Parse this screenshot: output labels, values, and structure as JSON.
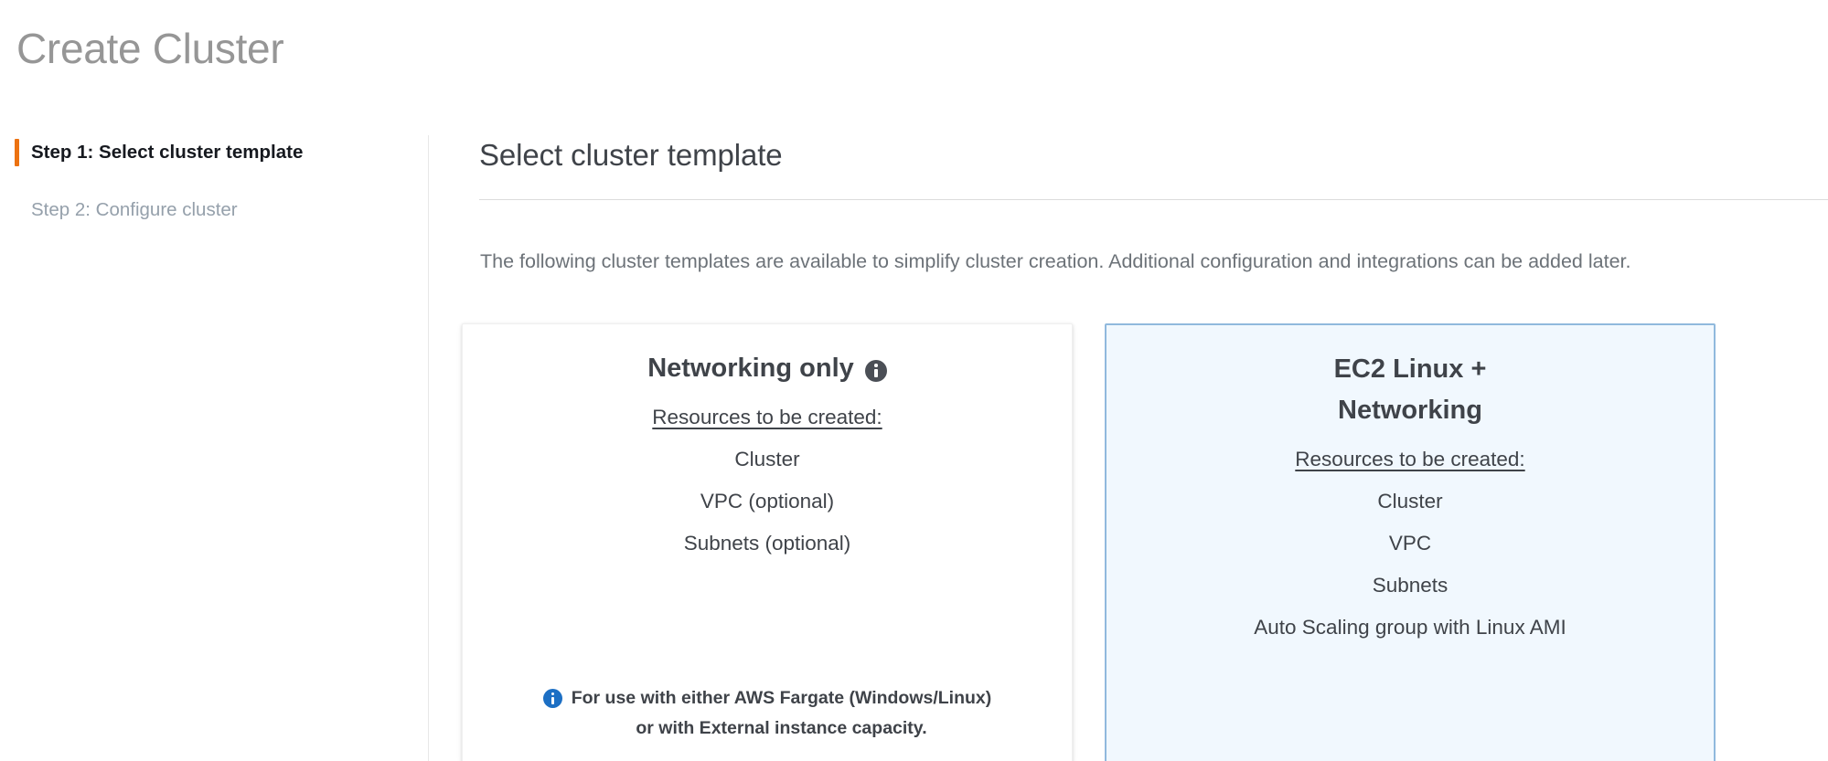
{
  "page": {
    "title": "Create Cluster"
  },
  "sidebar": {
    "steps": [
      {
        "label": "Step 1: Select cluster template",
        "active": true
      },
      {
        "label": "Step 2: Configure cluster",
        "active": false
      }
    ]
  },
  "main": {
    "heading": "Select cluster template",
    "description": "The following cluster templates are available to simplify cluster creation. Additional configuration and integrations can be added later.",
    "cards": [
      {
        "title": "Networking only",
        "title_icon": "info-icon",
        "selected": false,
        "resources_heading": "Resources to be created:",
        "resources": [
          "Cluster",
          "VPC (optional)",
          "Subnets (optional)"
        ],
        "note_icon": "info-icon",
        "note_line_1": "For use with either AWS Fargate (Windows/Linux)",
        "note_line_2": "or with External instance capacity."
      },
      {
        "title_line_1": "EC2 Linux +",
        "title_line_2": "Networking",
        "selected": true,
        "resources_heading": "Resources to be created:",
        "resources": [
          "Cluster",
          "VPC",
          "Subnets",
          "Auto Scaling group with Linux AMI"
        ]
      }
    ]
  },
  "colors": {
    "accent_orange": "#ec7211",
    "selected_border": "#90b9dd",
    "selected_background": "#f1f8fe",
    "info_blue": "#1c6fc4",
    "title_gray": "#969696",
    "text_dark": "#3f4349",
    "text_muted": "#6c7278",
    "step_inactive": "#95a0ab"
  }
}
